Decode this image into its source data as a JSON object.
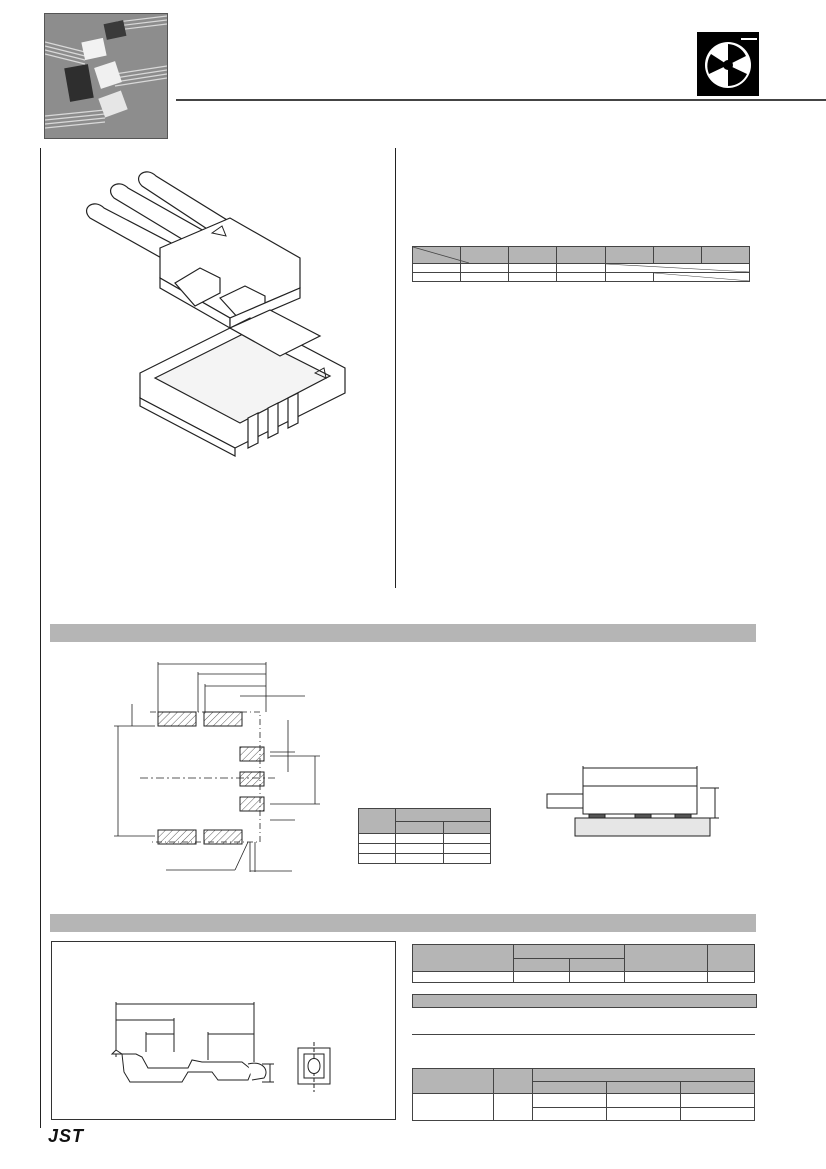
{
  "brand": {
    "logo_text": "JST"
  },
  "images": {
    "product_photo": "connector-cables-photo",
    "reel_icon": "tape-reel-icon",
    "connector_illustration": "connector-3d-drawing",
    "pc_board_layout": "pc-board-layout-drawing",
    "mounted_side_view": "mounted-side-view-drawing",
    "contact_drawing": "contact-drawing"
  },
  "colors": {
    "section_bar": "#b5b5b5",
    "rule": "#444444",
    "reel_bg": "#000000"
  }
}
